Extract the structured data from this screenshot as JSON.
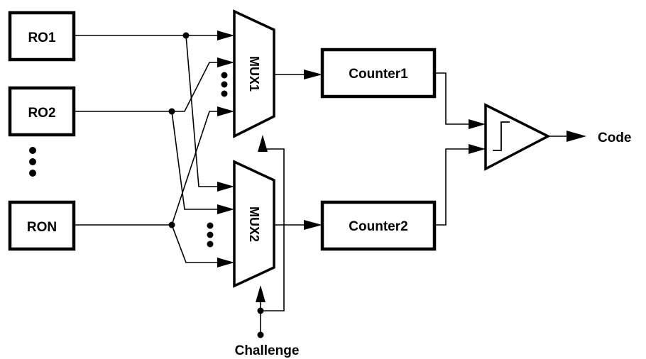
{
  "diagram": {
    "ro_blocks": [
      "RO1",
      "RO2",
      "RON"
    ],
    "mux_labels": [
      "MUX1",
      "MUX2"
    ],
    "counters": [
      "Counter1",
      "Counter2"
    ],
    "output_label": "Code",
    "input_label": "Challenge"
  }
}
